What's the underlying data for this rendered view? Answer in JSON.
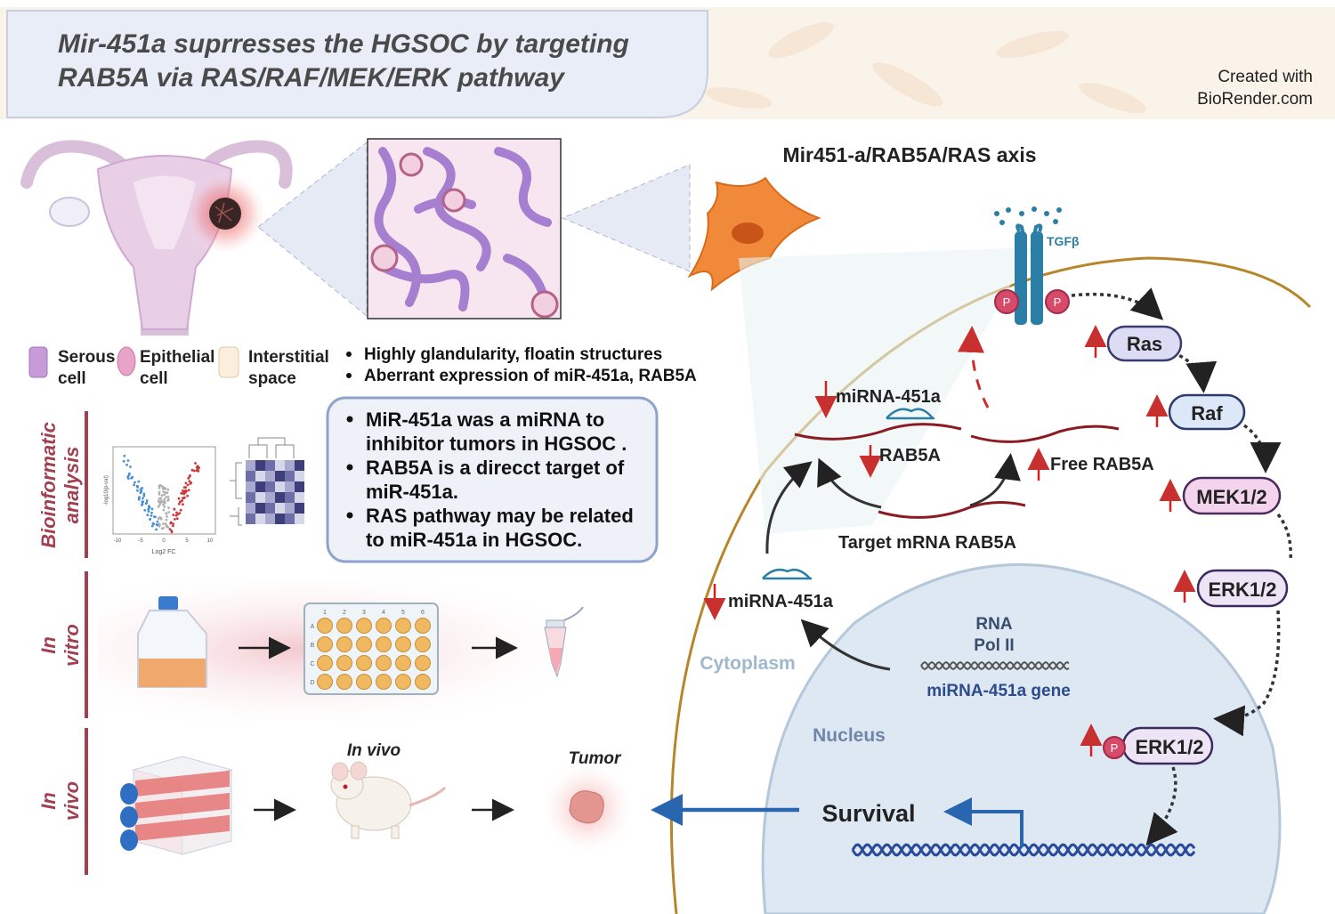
{
  "title": {
    "line1": "Mir-451a suprresses the HGSOC by targeting",
    "line2": "RAB5A via RAS/RAF/MEK/ERK pathway"
  },
  "credit": {
    "line1": "Created with",
    "line2": "BioRender.com"
  },
  "axis_title": "Mir451-a/RAB5A/RAS axis",
  "legend": [
    {
      "line1": "Serous",
      "line2": "cell"
    },
    {
      "line1": "Epithelial",
      "line2": "cell"
    },
    {
      "line1": "Interstitial",
      "line2": "space"
    }
  ],
  "histology_bullets": [
    "Highly glandularity, floatin structures",
    "Aberrant expression of miR-451a, RAB5A"
  ],
  "findings_box": [
    {
      "line1": "MiR-451a was a miRNA to",
      "line2": "inhibitor tumors in HGSOC ."
    },
    {
      "line1": "RAB5A is a direcct target of",
      "line2": "miR-451a."
    },
    {
      "line1": "RAS pathway may be related",
      "line2": "to miR-451a in HGSOC."
    }
  ],
  "sections": {
    "bioinformatic": {
      "line1": "Bioinformatic",
      "line2": "analysis"
    },
    "in_vitro": {
      "line1": "In",
      "line2": "vitro"
    },
    "in_vivo": {
      "line1": "In",
      "line2": "vivo"
    }
  },
  "volcano": {
    "ylabel": "-log10(p-val)",
    "xlabel": "Log2 FC",
    "xticks": [
      "-10",
      "-5",
      "0",
      "5",
      "10"
    ]
  },
  "plate": {
    "columns": [
      "1",
      "2",
      "3",
      "4",
      "5",
      "6"
    ],
    "rows": [
      "A",
      "B",
      "C",
      "D"
    ]
  },
  "invivo_labels": {
    "mouse": "In vivo",
    "tumor": "Tumor"
  },
  "pathway": {
    "receptor": "TGFβ",
    "phospho": "P",
    "nodes": [
      "Ras",
      "Raf",
      "MEK1/2",
      "ERK1/2"
    ],
    "perk": "ERK1/2",
    "mirna_top": "miRNA-451a",
    "rab5a_bound": "RAB5A",
    "free_rab5a": "Free RAB5A",
    "target_mrna": "Target mRNA RAB5A",
    "mirna_left": "miRNA-451a",
    "cytoplasm": "Cytoplasm",
    "nucleus": "Nucleus",
    "pol_line1": "RNA",
    "pol_line2": "Pol II",
    "gene": "miRNA-451a  gene",
    "survival": "Survival"
  },
  "colors": {
    "title_banner": "#e9edf7",
    "section_bar": "#a04050",
    "up_down_arrow": "#d42020",
    "nucleus_fill": "#dde8f3",
    "cell_membrane": "#b8862a",
    "survival_arrow": "#2a66b0",
    "node_fill": "#dcdcf5",
    "mek_fill": "#f4d4ec",
    "mrna": "#8b1a22",
    "dna": "#2a4a9a"
  }
}
